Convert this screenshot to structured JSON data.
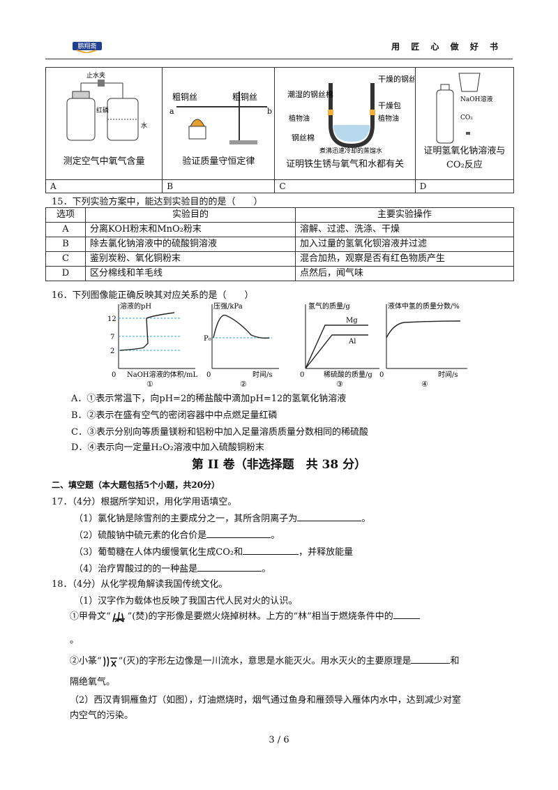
{
  "header": {
    "slogan": "用 匠 心 做 好 书",
    "logo_text": "鹏翔斋"
  },
  "q14_table": {
    "captions": [
      "测定空气中氧气含量",
      "验证质量守恒定律",
      "证明铁生锈与氧气和水都有关",
      "证明氢氧化钠溶液与CO₂反应"
    ],
    "options": [
      "A",
      "B",
      "C",
      "D"
    ],
    "diagram_labels": {
      "a_clamp": "止水夹",
      "a_red": "红磷",
      "a_water": "水",
      "b_wire1": "粗铜丝",
      "b_wire2": "粗铜丝",
      "b_a": "a",
      "b_b": "b",
      "c_wet": "潮湿的钢丝棉",
      "c_dry": "干燥的钢丝棉",
      "c_bag": "干燥包",
      "c_oil1": "植物油",
      "c_oil2": "植物油",
      "c_wool": "钢丝棉",
      "c_water": "煮沸迅速冷却的蒸馏水",
      "d_naoh": "NaOH溶液",
      "d_co2": "CO₂"
    }
  },
  "q15": {
    "stem": "15．下列实验方案中，能达到实验目的的是（　　）",
    "headers": [
      "选项",
      "实验目的",
      "主要实验操作"
    ],
    "rows": [
      [
        "A",
        "分离KOH粉末和MnO₂粉末",
        "溶解、过滤、洗涤、干燥"
      ],
      [
        "B",
        "除去氯化钠溶液中的硫酸铜溶液",
        "加入过量的氢氧化钡溶液并过滤"
      ],
      [
        "C",
        "鉴别炭粉、氧化铜粉末",
        "混合加热，观察是否有红色物质产生"
      ],
      [
        "D",
        "区分棉线和羊毛线",
        "点然后，闻气味"
      ]
    ]
  },
  "q16": {
    "stem": "16．下列图像能正确反映其对应关系的是（　　）",
    "graphs": [
      {
        "ylabel": "溶液的pH",
        "xlabel": "NaOH溶液的体积/mL",
        "ticks": [
          "12",
          "7",
          "2"
        ],
        "origin": "0",
        "num": "①"
      },
      {
        "ylabel": "压强/kPa",
        "xlabel": "时间/s",
        "ticks": [
          "P₀"
        ],
        "origin": "0",
        "num": "②"
      },
      {
        "ylabel": "氢气的质量/g",
        "xlabel": "稀硫酸的质量/g",
        "series": [
          "Mg",
          "Al"
        ],
        "origin": "0",
        "num": "③"
      },
      {
        "ylabel": "液体中氢的质量分数/%",
        "xlabel": "时间/s",
        "origin": "0",
        "num": "④"
      }
    ],
    "options": [
      "A．①表示常温下，向pH=2的稀盐酸中滴加pH=12的氢氧化钠溶液",
      "B．②表示在盛有空气的密闭容器中中点燃足量红磷",
      "C．③表示分别向等质量镁粉和铝粉中加入足量溶质质量分数相同的稀硫酸",
      "D．④表示向一定量H₂O₂溶液中加入硫酸铜粉末"
    ]
  },
  "section": {
    "title": "第 II 卷（非选择题　共 38 分）",
    "part": "二、填空题（本大题包括5个小题，共20分）"
  },
  "q17": {
    "stem": "17．（4分）根据所学知识，用化学用语填空。",
    "items": [
      [
        "（1）氯化钠是除雪剂的主要成分之一，其所含阴离子为",
        "。"
      ],
      [
        "（2）硫酸钠中硫元素的化合价是",
        "。"
      ],
      [
        "（3）葡萄糖在人体内缓慢氧化生成CO₂和",
        "，并释放能量"
      ],
      [
        "（4）治疗胃酸过的的一种盐是",
        "。"
      ]
    ]
  },
  "q18": {
    "stem": "18．（4分）从化学视角解读我国传统文化。",
    "sub1": "（1）汉字作为载体也反映了我国古代人民对火的认识。",
    "line1a": "①甲骨文“",
    "line1b": "”(焚)的字形像是要燃火烧掉树林。上方的“林”相当于燃烧条件中的",
    "line1c": "。",
    "line2a": "②小篆“",
    "line2b": "”(灭)的字形左边像是一川流水，意思是水能灭火。用水灭火的主要原理是",
    "line2c": "和",
    "line2d": "隔绝氧气。",
    "sub2a": "（2）西汉青铜雁鱼灯（如图），灯油燃烧时，烟气通过鱼身和雁颈导入雁体内水中，达到减少对室",
    "sub2b": "内空气的污染。"
  },
  "footer": {
    "page": "3 / 6"
  }
}
